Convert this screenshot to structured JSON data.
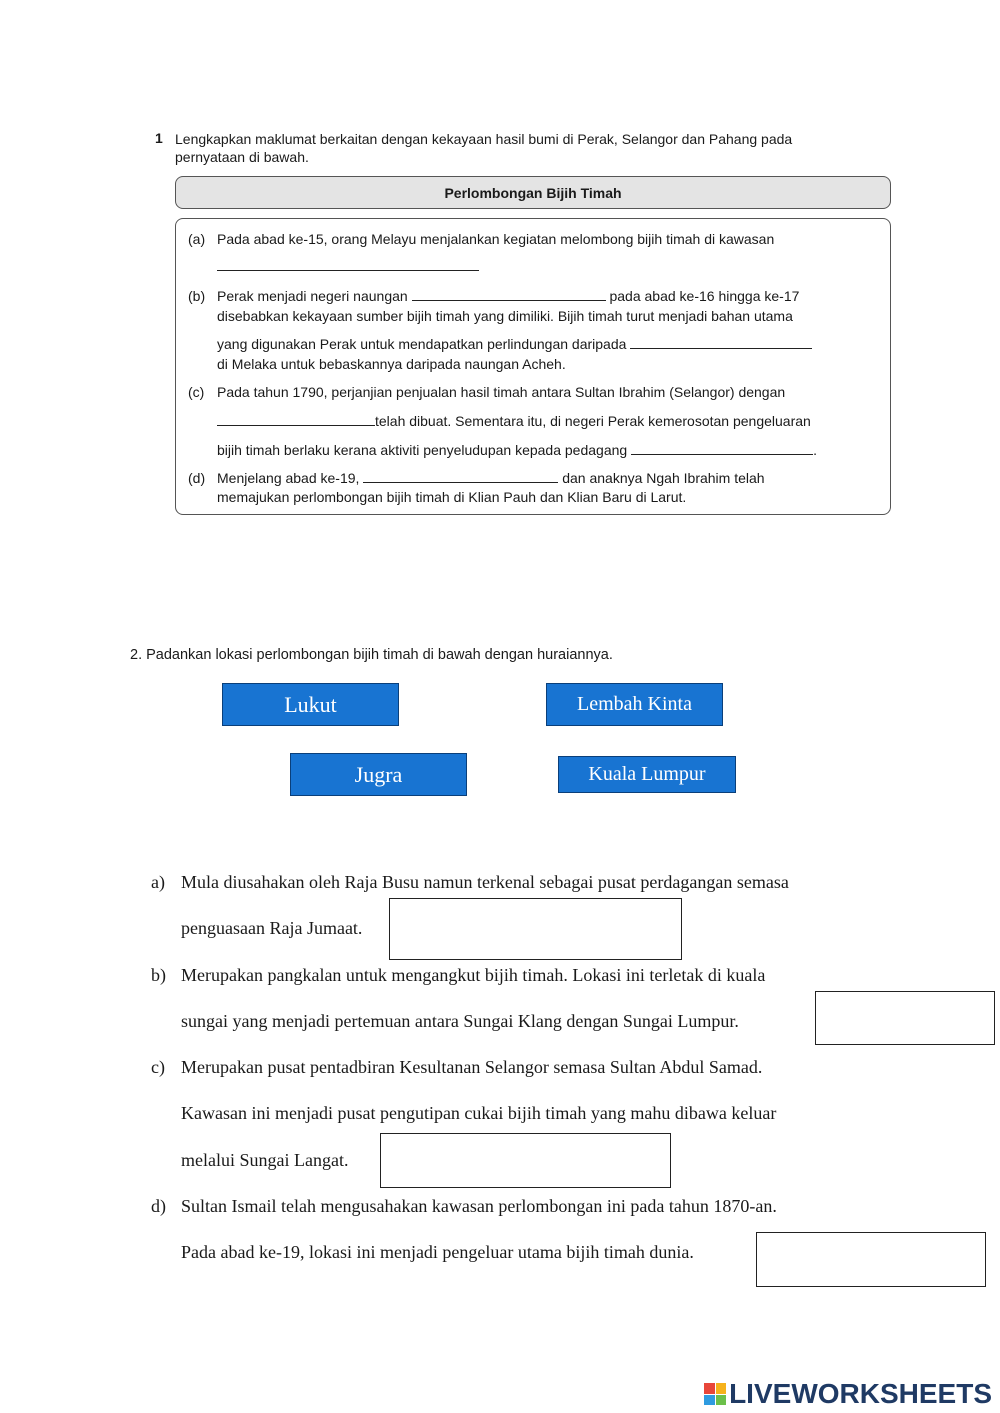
{
  "q1": {
    "number": "1",
    "instruction_line1": "Lengkapkan maklumat berkaitan dengan kekayaan hasil bumi di Perak, Selangor dan Pahang pada",
    "instruction_line2": "pernyataan di bawah.",
    "box_title": "Perlombongan Bijih Timah",
    "items": [
      {
        "label": "(a)",
        "lines": [
          "Pada abad ke-15, orang Melayu menjalankan kegiatan melombong bijih timah di kawasan"
        ]
      },
      {
        "label": "(b)",
        "lines": [
          "Perak menjadi negeri naungan",
          "pada abad ke-16 hingga ke-17",
          "disebabkan kekayaan sumber bijih timah yang dimiliki. Bijih timah turut menjadi bahan utama",
          "yang digunakan Perak untuk mendapatkan perlindungan daripada",
          "di Melaka untuk bebaskannya daripada naungan Acheh."
        ]
      },
      {
        "label": "(c)",
        "lines": [
          "Pada tahun 1790, perjanjian penjualan hasil timah antara Sultan Ibrahim (Selangor) dengan",
          "telah dibuat. Sementara itu, di negeri Perak kemerosotan pengeluaran",
          "bijih timah berlaku kerana aktiviti penyeludupan kepada pedagang",
          "."
        ]
      },
      {
        "label": "(d)",
        "lines": [
          "Menjelang abad ke-19,",
          "dan anaknya Ngah Ibrahim telah",
          "memajukan perlombongan bijih timah di Klian Pauh dan Klian Baru di Larut."
        ]
      }
    ]
  },
  "q2": {
    "title": "2. Padankan lokasi perlombongan bijih timah di bawah dengan huraiannya.",
    "options": [
      "Lukut",
      "Lembah Kinta",
      "Jugra",
      "Kuala Lumpur"
    ],
    "items": [
      {
        "label": "a)",
        "lines": [
          "Mula diusahakan oleh Raja Busu namun terkenal sebagai pusat perdagangan semasa",
          "penguasaan Raja Jumaat."
        ]
      },
      {
        "label": "b)",
        "lines": [
          "Merupakan pangkalan untuk mengangkut bijih timah. Lokasi ini terletak di kuala",
          "sungai yang menjadi pertemuan antara Sungai Klang dengan Sungai Lumpur."
        ]
      },
      {
        "label": "c)",
        "lines": [
          "Merupakan pusat pentadbiran Kesultanan Selangor semasa Sultan Abdul Samad.",
          "Kawasan ini menjadi pusat pengutipan cukai bijih timah yang mahu dibawa keluar",
          "melalui Sungai Langat."
        ]
      },
      {
        "label": "d)",
        "lines": [
          "Sultan Ismail telah mengusahakan kawasan perlombongan ini pada tahun 1870-an.",
          "Pada abad ke-19, lokasi ini menjadi pengeluar utama bijih timah dunia."
        ]
      }
    ]
  },
  "footer": {
    "brand": "LIVEWORKSHEETS",
    "logo_icon": "liveworksheets-logo-icon"
  },
  "colors": {
    "option_fill": "#1874d2",
    "title_fill": "#e4e4e4"
  }
}
